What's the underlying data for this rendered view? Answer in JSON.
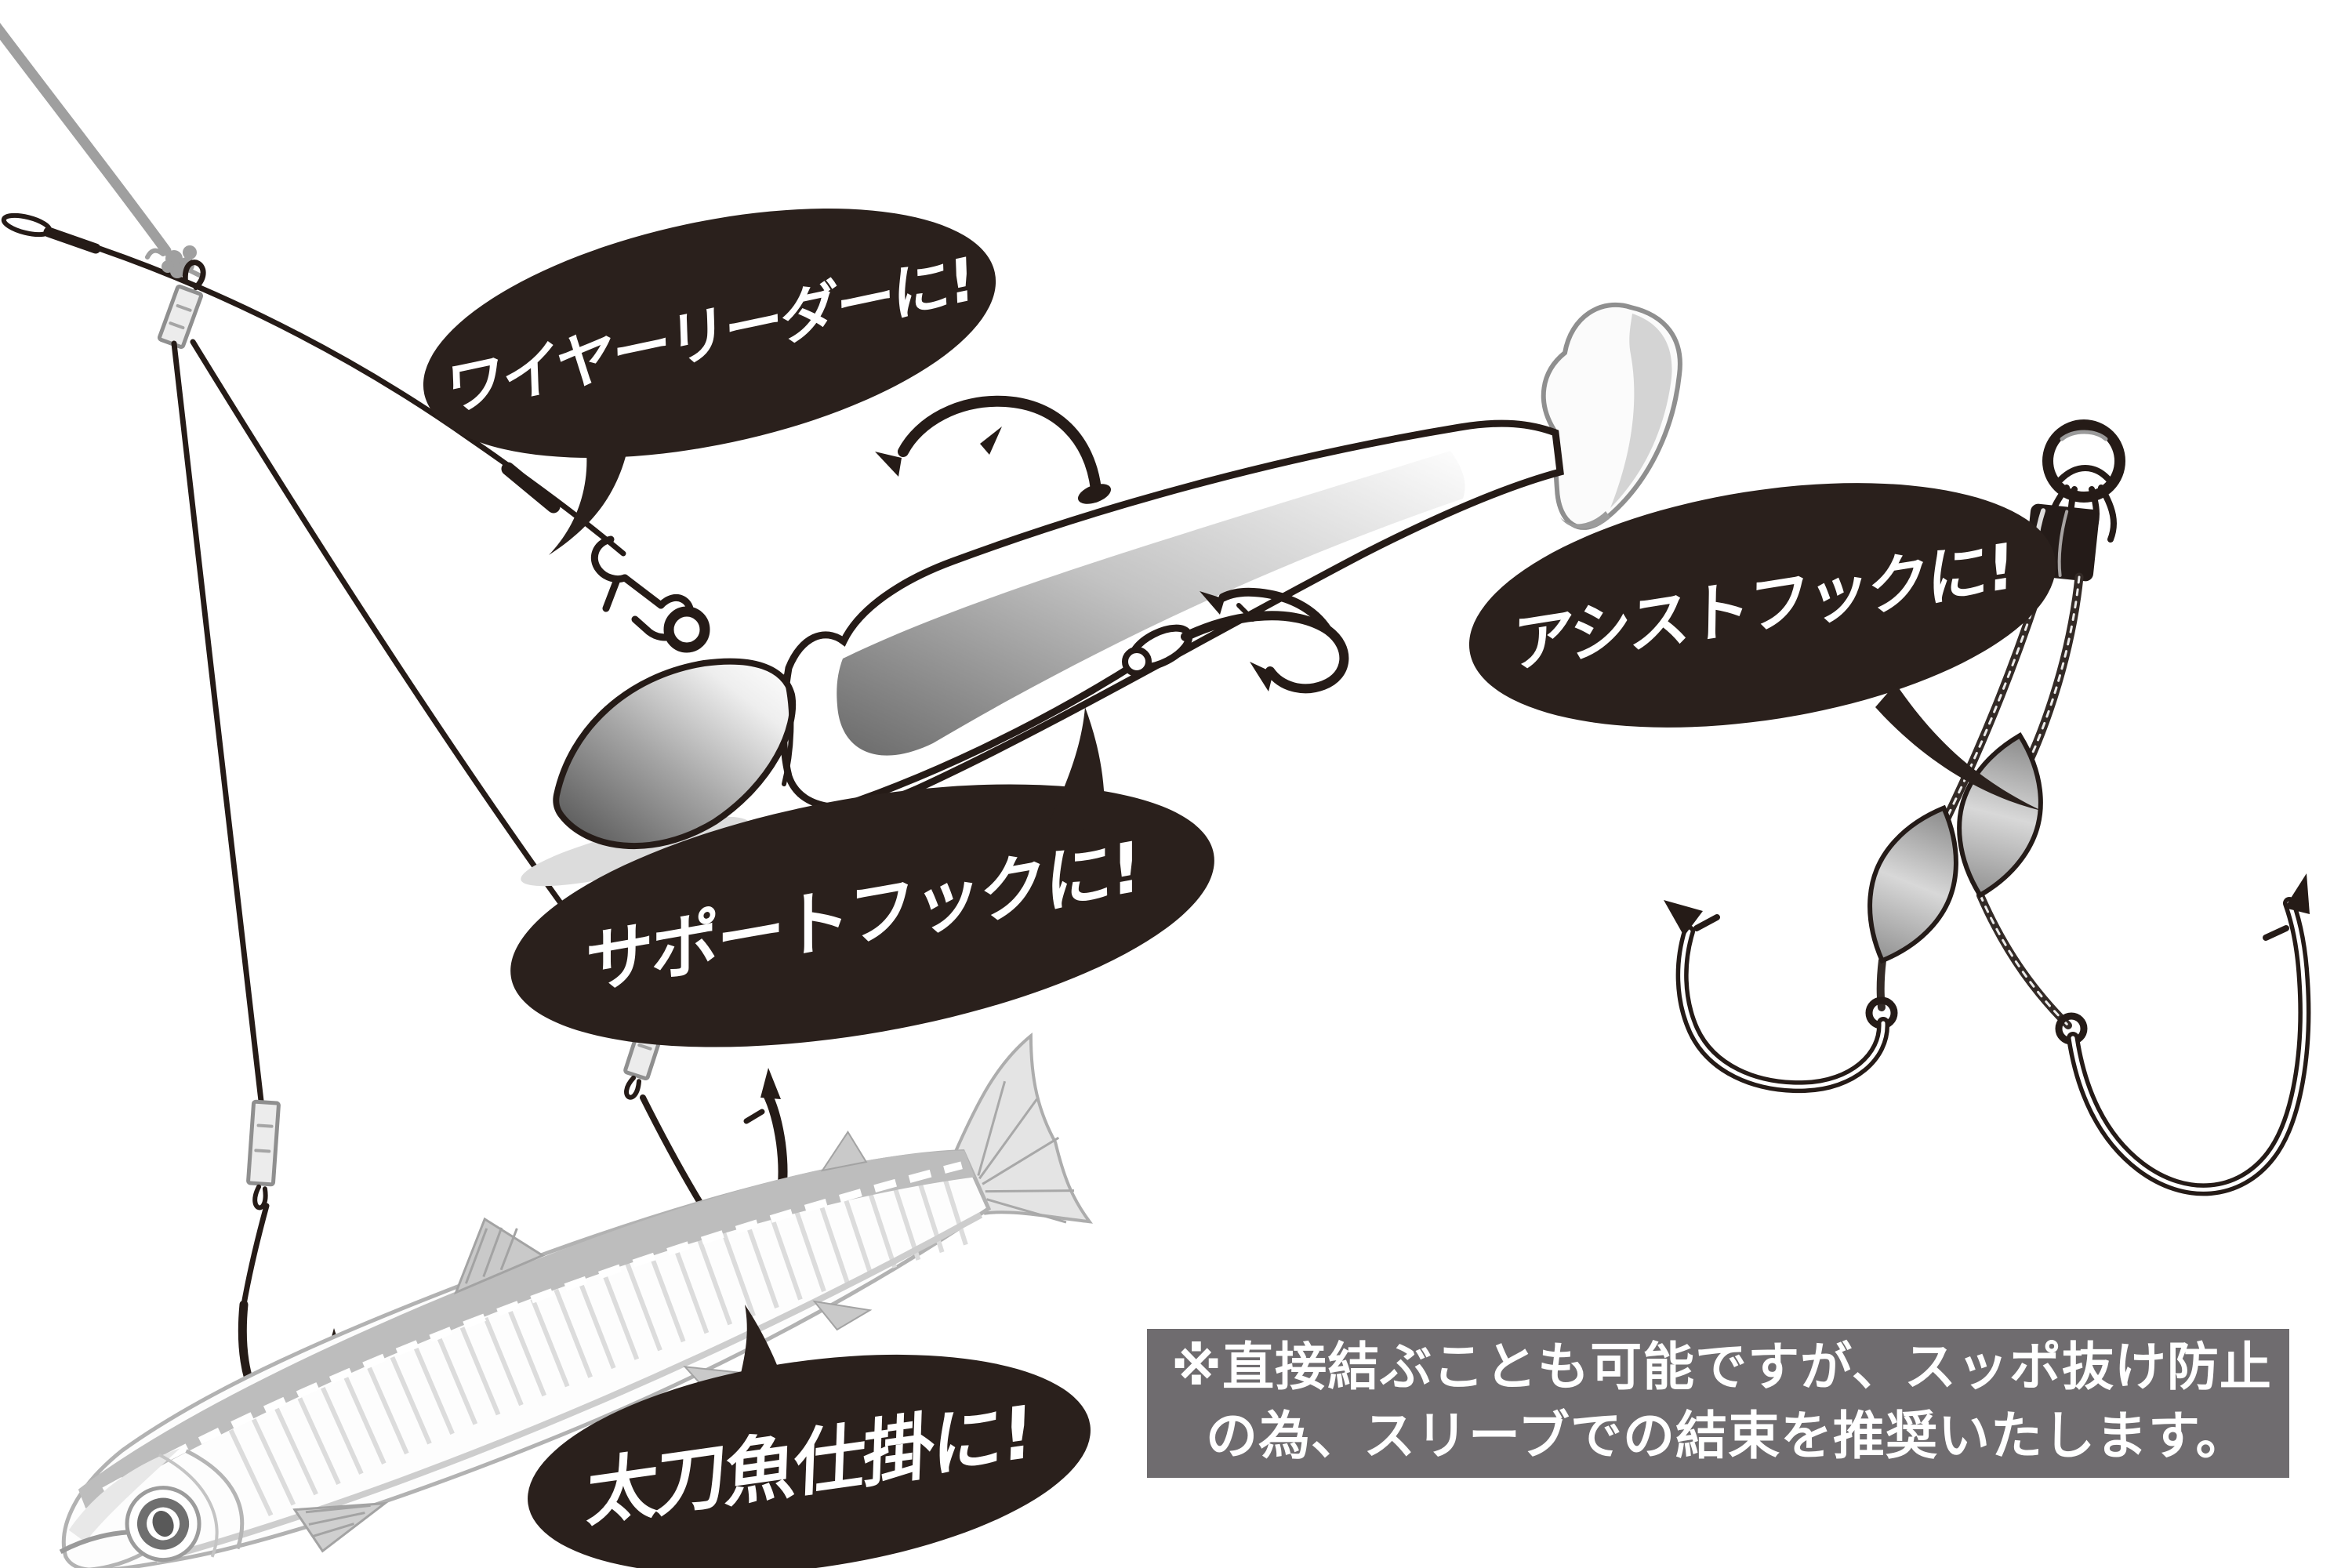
{
  "title": "fishing-wire-leader-usage-illustration",
  "callouts": [
    {
      "id": "wire-leader",
      "label": "ワイヤーリーダーに!"
    },
    {
      "id": "support-hook",
      "label": "サポートフックに!"
    },
    {
      "id": "assist-hook",
      "label": "アシストフックに!"
    },
    {
      "id": "tachiuo-rig",
      "label": "太刀魚仕掛に!"
    }
  ],
  "note": {
    "line1": "※直接結ぶことも可能ですが、スッポ抜け防止",
    "line2": "の為、スリーブでの結束を推奨いたします。"
  },
  "colors": {
    "ink": "#251b17",
    "bubble_fill": "#2a201c",
    "bubble_text": "#ffffff",
    "note_bg": "#6f6c6f",
    "note_text": "#ffffff",
    "main_line_gray": "#9f9f9f",
    "fish_gray": "#bdbdbd",
    "sleeve_gray": "#ececec"
  },
  "illustrations": [
    {
      "id": "wire-leader-rig",
      "name": "wire-leader-with-droppers-illustration"
    },
    {
      "id": "jighead-swimbait",
      "name": "jighead-paddle-tail-swimbait-illustration"
    },
    {
      "id": "baitfish",
      "name": "rigged-baitfish-illustration"
    },
    {
      "id": "assist-hook-rig",
      "name": "twin-assist-hook-illustration"
    }
  ]
}
